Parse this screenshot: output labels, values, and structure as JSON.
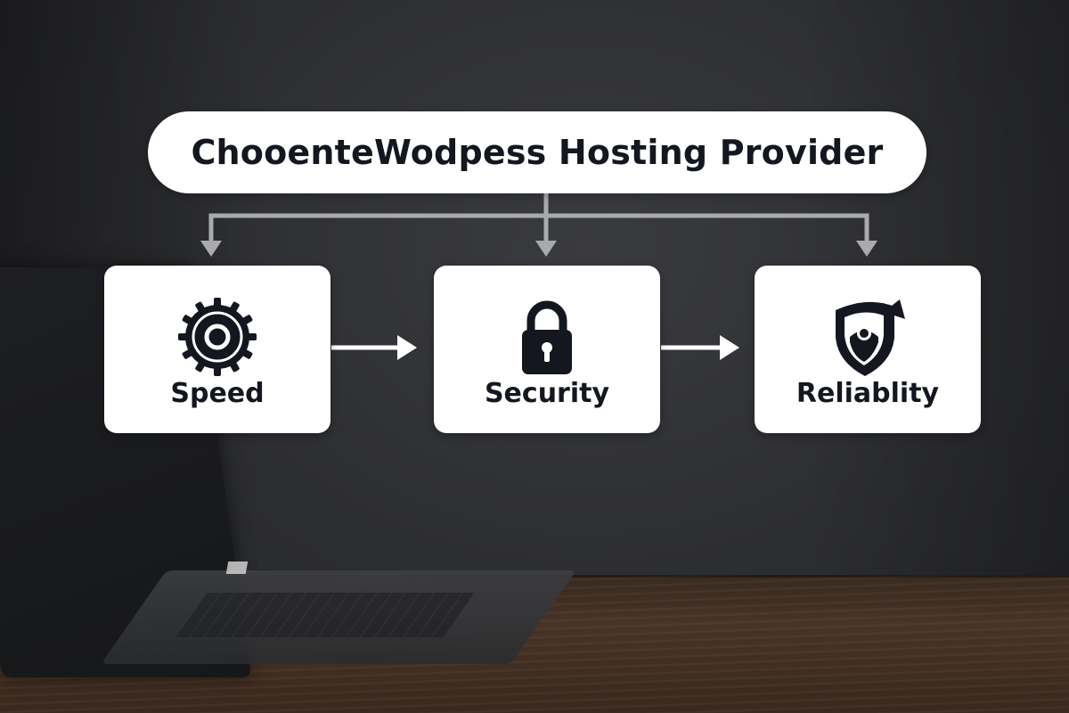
{
  "title": "ChooenteWodpess Hosting Provider",
  "cards": [
    {
      "label": "Speed",
      "icon": "gear-icon"
    },
    {
      "label": "Security",
      "icon": "padlock-icon"
    },
    {
      "label": "Reliablity",
      "icon": "shield-icon"
    }
  ],
  "colors": {
    "card_bg": "#ffffff",
    "text": "#14171f",
    "connector": "#a9aaad",
    "background": "#2e2f32"
  }
}
